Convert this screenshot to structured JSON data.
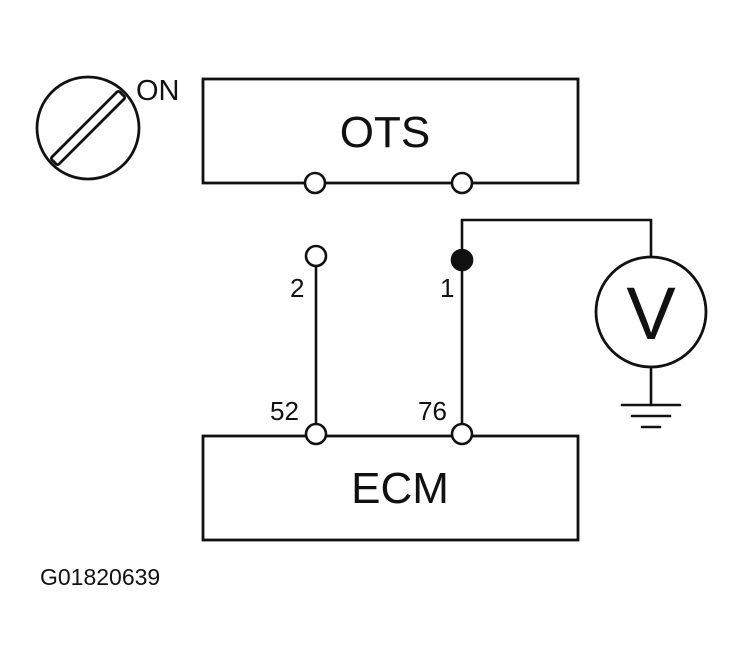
{
  "ignition_switch": {
    "position_label": "ON",
    "icon": "ignition-switch-icon"
  },
  "ots": {
    "label": "OTS"
  },
  "connector": {
    "pin_left": "2",
    "pin_right": "1"
  },
  "ecm": {
    "label": "ECM",
    "pin_left": "52",
    "pin_right": "76"
  },
  "voltmeter": {
    "label": "V",
    "icon": "voltmeter-icon"
  },
  "ground": {
    "icon": "ground-icon"
  },
  "figure_id": "G01820639",
  "colors": {
    "line": "#111111",
    "background": "#ffffff"
  }
}
